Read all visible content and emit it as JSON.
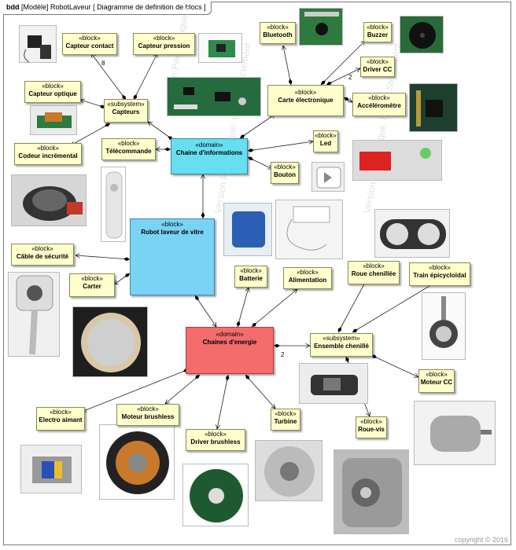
{
  "diagram": {
    "tab_kind": "bdd",
    "tab_title": "[Modèle] RobotLaveur [ Diagramme de definition de blocs ]"
  },
  "blocks": {
    "capteur_contact": {
      "stereotype": "«block»",
      "name": "Capteur contact"
    },
    "capteur_pression": {
      "stereotype": "«block»",
      "name": "Capteur pression"
    },
    "capteur_optique": {
      "stereotype": "«block»",
      "name": "Capteur optique"
    },
    "capteurs": {
      "stereotype": "«subsystem»",
      "name": "Capteurs"
    },
    "codeur": {
      "stereotype": "«block»",
      "name": "Codeur incrémental"
    },
    "telecommande": {
      "stereotype": "«block»",
      "name": "Télécommande"
    },
    "chaine_info": {
      "stereotype": "«domain»",
      "name": "Chaine d'informations"
    },
    "bluetooth": {
      "stereotype": "«block»",
      "name": "Bluetooth"
    },
    "buzzer": {
      "stereotype": "«block»",
      "name": "Buzzer"
    },
    "driver_cc": {
      "stereotype": "«block»",
      "name": "Driver CC"
    },
    "carte": {
      "stereotype": "«block»",
      "name": "Carte électronique"
    },
    "accelerometre": {
      "stereotype": "«block»",
      "name": "Accéléromètre"
    },
    "led": {
      "stereotype": "«block»",
      "name": "Led"
    },
    "bouton": {
      "stereotype": "«block»",
      "name": "Bouton"
    },
    "robot": {
      "stereotype": "«block»",
      "name": "Robot laveur de vitre"
    },
    "cable": {
      "stereotype": "«block»",
      "name": "Câble de sécurité"
    },
    "carter": {
      "stereotype": "«block»",
      "name": "Carter"
    },
    "batterie": {
      "stereotype": "«block»",
      "name": "Batterie"
    },
    "alimentation": {
      "stereotype": "«block»",
      "name": "Alimentation"
    },
    "roue_chenillee": {
      "stereotype": "«block»",
      "name": "Roue chenillée"
    },
    "train": {
      "stereotype": "«block»",
      "name": "Train épicycloïdal"
    },
    "chaines_energie": {
      "stereotype": "«domain»",
      "name": "Chaines d'energie"
    },
    "ensemble": {
      "stereotype": "«subsystem»",
      "name": "Ensemble chenillé"
    },
    "moteur_cc": {
      "stereotype": "«block»",
      "name": "Moteur CC"
    },
    "electro": {
      "stereotype": "«block»",
      "name": "Electro aimant"
    },
    "brushless": {
      "stereotype": "«block»",
      "name": "Moteur brushless"
    },
    "driver_brushless": {
      "stereotype": "«block»",
      "name": "Driver brushless"
    },
    "turbine": {
      "stereotype": "«block»",
      "name": "Turbine"
    },
    "roue_vis": {
      "stereotype": "«block»",
      "name": "Roue-vis"
    }
  },
  "multiplicities": {
    "m8": "8",
    "m2a": "2",
    "m2b": "2"
  },
  "copyright": "copyright © 2016",
  "watermark": "Version Pédagogique. Usage Strictement"
}
